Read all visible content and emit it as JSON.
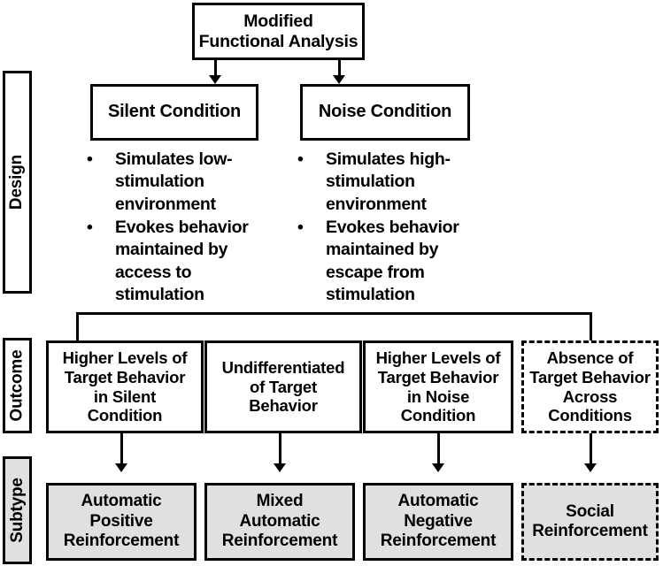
{
  "figure": {
    "type": "flowchart",
    "title": "Modified Functional Analysis",
    "accent_shaded": "#e0e0e0",
    "stroke": "#000000",
    "background": "#ffffff"
  },
  "bands": [
    {
      "label": "Design"
    },
    {
      "label": "Outcome"
    },
    {
      "label": "Subtype"
    }
  ],
  "root": {
    "label": "Modified\nFunctional Analysis"
  },
  "conditions": [
    {
      "label": "Silent Condition"
    },
    {
      "label": "Noise Condition"
    }
  ],
  "design_details": [
    {
      "bullet_glyph": "•",
      "items": [
        "Simulates low-\nstimulation\nenvironment",
        "Evokes behavior\nmaintained by\naccess to\nstimulation"
      ]
    },
    {
      "bullet_glyph": "•",
      "items": [
        "Simulates high-\nstimulation\nenvironment",
        "Evokes behavior\nmaintained by\nescape from\nstimulation"
      ]
    }
  ],
  "outcomes": [
    {
      "label": "Higher Levels of\nTarget Behavior\nin Silent\nCondition",
      "style": "solid"
    },
    {
      "label": "Undifferentiated\nof Target\nBehavior",
      "style": "solid"
    },
    {
      "label": "Higher Levels of\nTarget Behavior\nin Noise\nCondition",
      "style": "solid"
    },
    {
      "label": "Absence of\nTarget Behavior\nAcross\nConditions",
      "style": "dashed"
    }
  ],
  "subtypes": [
    {
      "label": "Automatic\nPositive\nReinforcement",
      "style": "solid"
    },
    {
      "label": "Mixed\nAutomatic\nReinforcement",
      "style": "solid"
    },
    {
      "label": "Automatic\nNegative\nReinforcement",
      "style": "solid"
    },
    {
      "label": "Social\nReinforcement",
      "style": "dashed"
    }
  ]
}
